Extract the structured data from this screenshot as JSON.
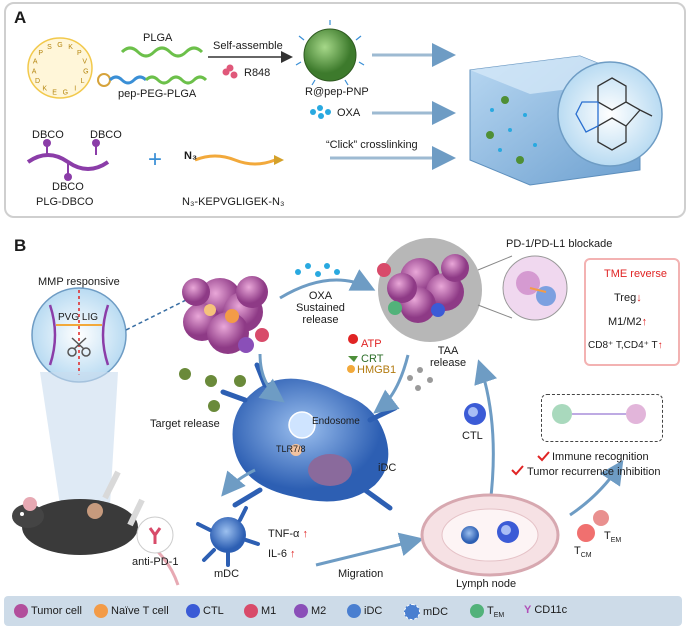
{
  "panel_a": {
    "label": "A",
    "plga": "PLGA",
    "pep_peg_plga": "pep-PEG-PLGA",
    "self_assemble": "Self-assemble",
    "r848": "R848",
    "nanoparticle": "R@pep-PNP",
    "oxa": "OXA",
    "dbco_1": "DBCO",
    "dbco_2": "DBCO",
    "dbco_3": "DBCO",
    "plg_dbco": "PLG-DBCO",
    "plus": "+",
    "n3_left": "N₃",
    "n3_peptide": "N₃-KEPVGLIGEK-N₃",
    "click": "“Click” crosslinking",
    "peptide_letters": [
      "G",
      "K",
      "P",
      "V",
      "G",
      "L",
      "I",
      "G",
      "E",
      "K",
      "D",
      "A",
      "A",
      "P",
      "S"
    ]
  },
  "panel_b": {
    "label": "B",
    "mmp": "MMP responsive",
    "pvglig": "PVG LIG",
    "oxa_release": "OXA\nSustained\nrelease",
    "oxa_l1": "OXA",
    "oxa_l2": "Sustained",
    "oxa_l3": "release",
    "pd1": "PD-1/PD-L1 blockade",
    "tme_title": "TME reverse",
    "tme_1": "Treg",
    "tme_2": "M1/M2",
    "tme_3": "CD8⁺ T,CD4⁺ T",
    "atp": "ATP",
    "crt": "CRT",
    "hmgb1": "HMGB1",
    "taa_1": "TAA",
    "taa_2": "release",
    "target_release": "Target release",
    "endosome": "Endosome",
    "tlr": "TLR7/8",
    "idc": "iDC",
    "ctl": "CTL",
    "immune": "Immune recognition",
    "tumor_recur": "Tumor recurrence inhibition",
    "anti_pd1": "anti-PD-1",
    "mdc": "mDC",
    "tnf": "TNF-α",
    "il6": "IL-6",
    "migration": "Migration",
    "lymph": "Lymph node",
    "tcm": "T",
    "tcm_sub": "CM",
    "tem": "T",
    "tem_sub": "EM"
  },
  "legend": [
    {
      "label": "Tumor cell",
      "color": "#b24f9c"
    },
    {
      "label": "Naïve T cell",
      "color": "#f39b47"
    },
    {
      "label": "CTL",
      "color": "#3b5bd6"
    },
    {
      "label": "M1",
      "color": "#d84b6a"
    },
    {
      "label": "M2",
      "color": "#8a4fb8"
    },
    {
      "label": "iDC",
      "color": "#4a7fd0"
    },
    {
      "label": "mDC",
      "color": "#4a7fd0"
    },
    {
      "label": "T",
      "sub": "EM",
      "color": "#52b27a"
    },
    {
      "label": "CD11c",
      "color": "#b04fb8"
    }
  ],
  "colors": {
    "red_arrow": "#e02424",
    "plga_green": "#6cc04a",
    "peg_blue": "#3a8fd6",
    "plg_purple": "#8b3da8",
    "oxa_cyan": "#29a9e0",
    "r848_pink": "#e0587a"
  }
}
